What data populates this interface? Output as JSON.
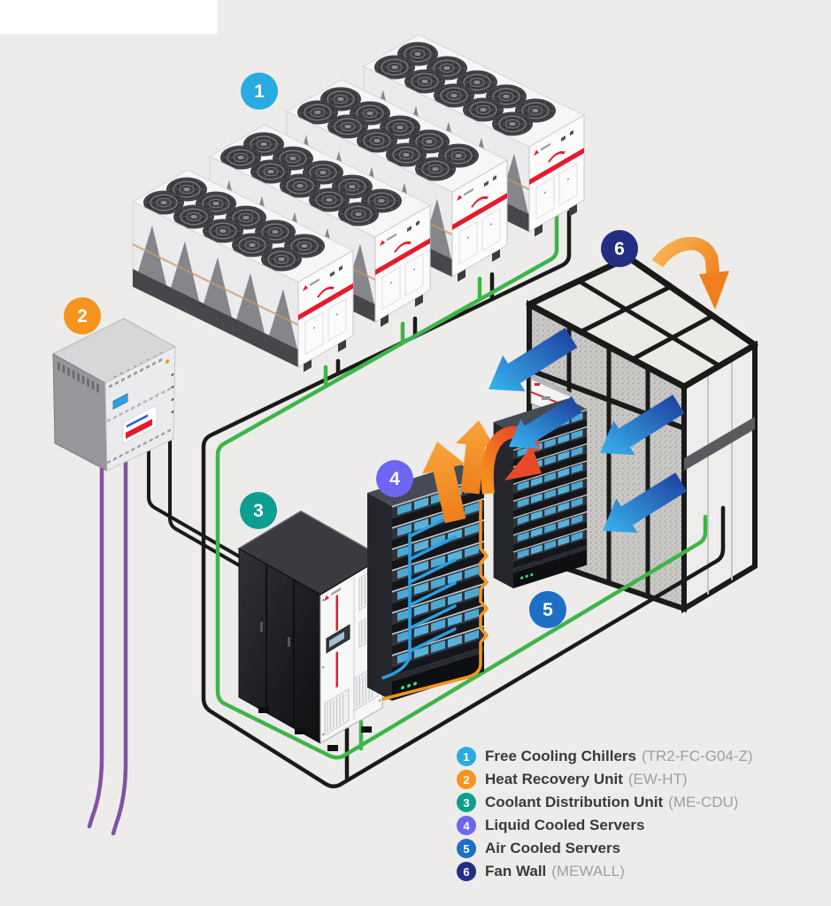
{
  "page": {
    "background_color": "#edeceb",
    "corner_card_color": "#ffffff"
  },
  "legend": {
    "items": [
      {
        "number": "1",
        "label": "Free Cooling Chillers",
        "code": "(TR2-FC-G04-Z)",
        "color": "#29abe2"
      },
      {
        "number": "2",
        "label": "Heat Recovery Unit",
        "code": "(EW-HT)",
        "color": "#f7941e"
      },
      {
        "number": "3",
        "label": "Coolant Distribution Unit",
        "code": "(ME-CDU)",
        "color": "#0c9e8e"
      },
      {
        "number": "4",
        "label": "Liquid Cooled Servers",
        "code": "",
        "color": "#6d66f2"
      },
      {
        "number": "5",
        "label": "Air Cooled Servers",
        "code": "",
        "color": "#1c6fc5"
      },
      {
        "number": "6",
        "label": "Fan Wall",
        "code": "(MEWALL)",
        "color": "#232e83"
      }
    ]
  },
  "diagram": {
    "pipe_colors": {
      "chilled_water_loop": "#3cb54a",
      "condenser_loop": "#1a1a1a",
      "heat_recovery_lines": "#8153a1",
      "coolant_supply": "#2b9fe0",
      "coolant_return": "#f5941f"
    },
    "airflow_colors": {
      "cold_air_tail": "#1d3a9c",
      "cold_air_tip": "#38b5f0",
      "hot_air": "#f7941e",
      "hot_air_tip": "#e84a28"
    }
  }
}
